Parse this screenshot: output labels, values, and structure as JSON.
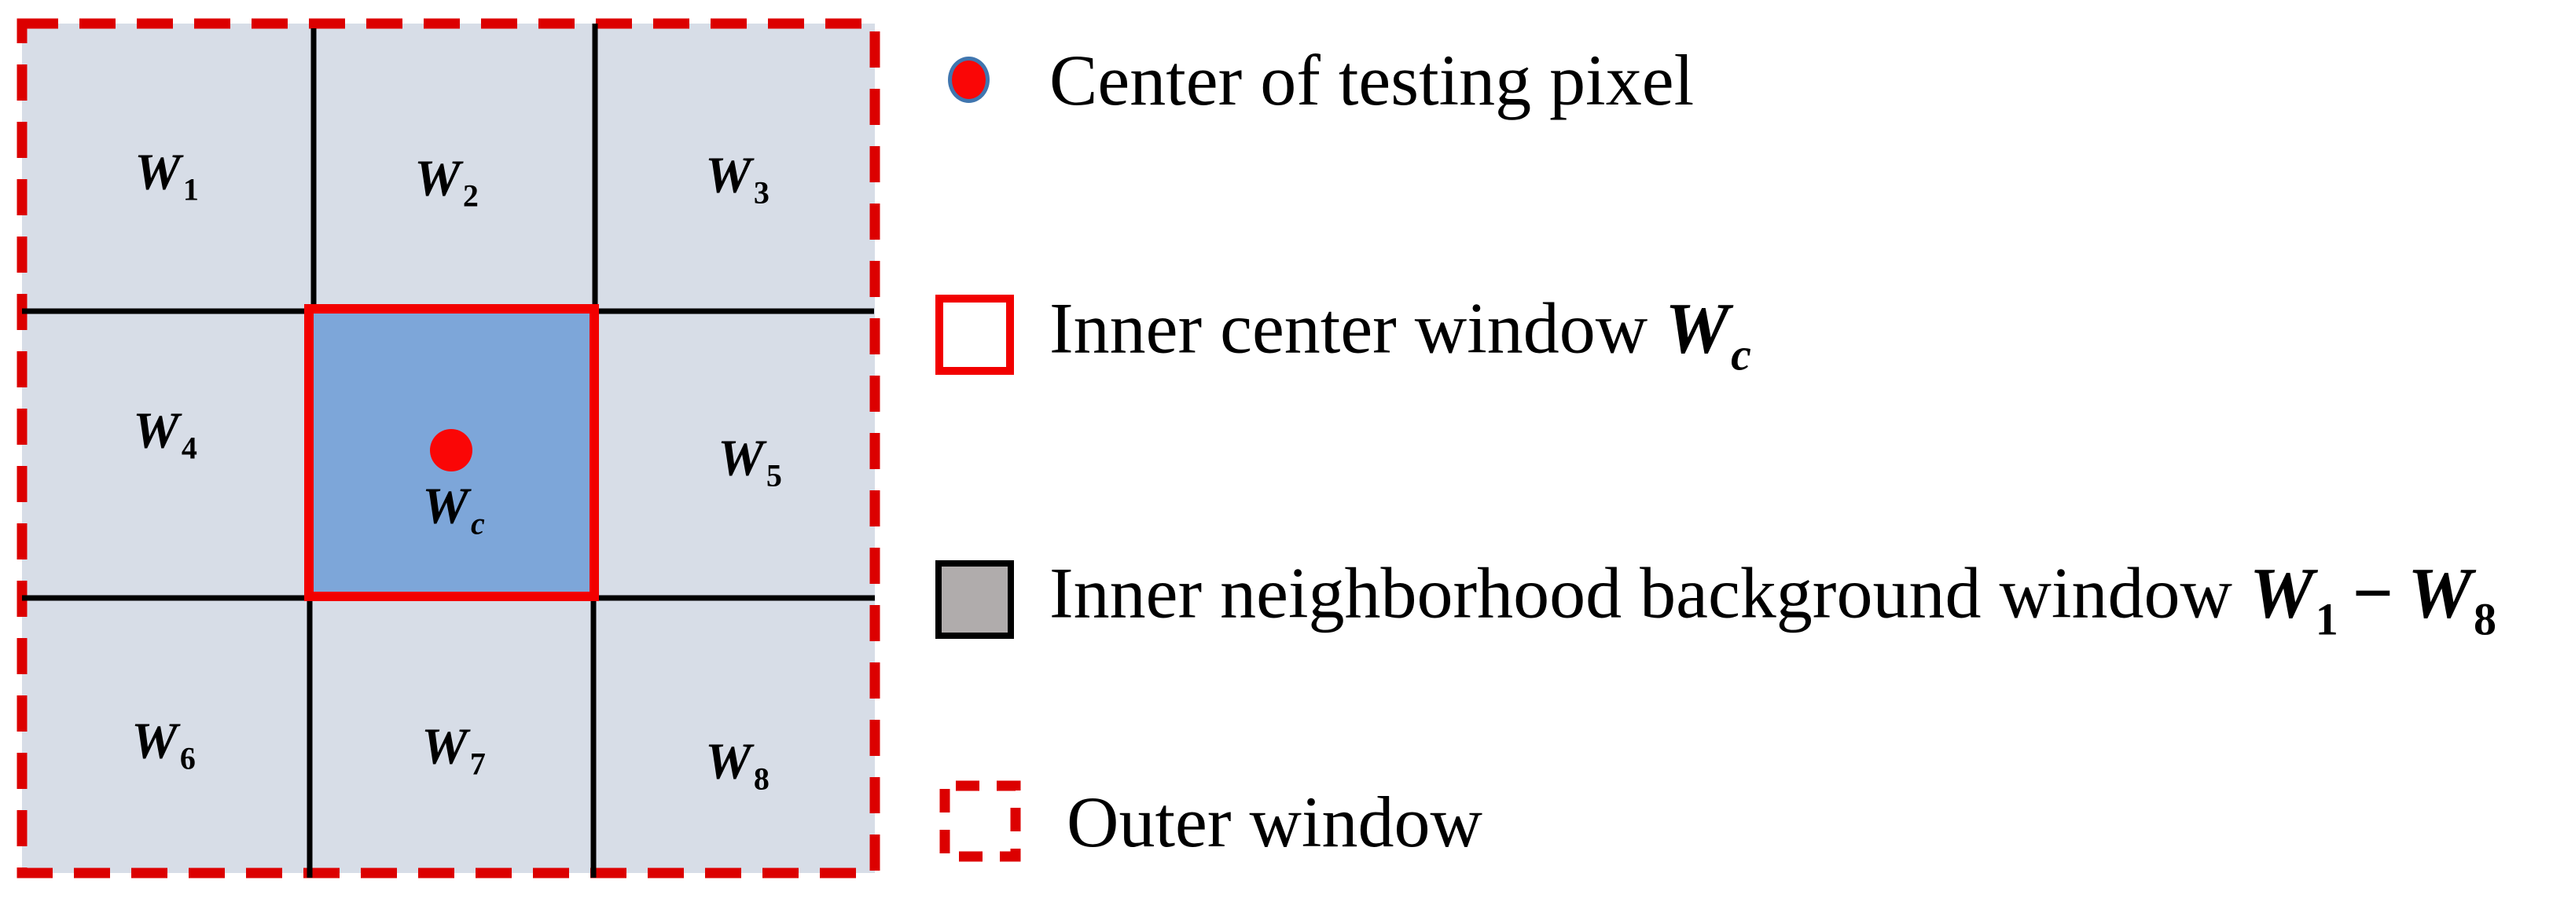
{
  "colors": {
    "page_bg": "#ffffff",
    "cell_fill": "#d7dde7",
    "center_fill": "#7da6d9",
    "red": "#f20000",
    "dash_red": "#dc0000",
    "dot_red": "#fa0606",
    "ring_blue": "#4076af",
    "legend_gray": "#b0acac",
    "line_black": "#000000"
  },
  "grid": {
    "cells": [
      {
        "id": "w1",
        "base": "W",
        "sub": "1"
      },
      {
        "id": "w2",
        "base": "W",
        "sub": "2"
      },
      {
        "id": "w3",
        "base": "W",
        "sub": "3"
      },
      {
        "id": "w4",
        "base": "W",
        "sub": "4"
      },
      {
        "id": "w5",
        "base": "W",
        "sub": "5"
      },
      {
        "id": "w6",
        "base": "W",
        "sub": "6"
      },
      {
        "id": "w7",
        "base": "W",
        "sub": "7"
      },
      {
        "id": "w8",
        "base": "W",
        "sub": "8"
      },
      {
        "id": "wc",
        "base": "W",
        "sub": "c"
      }
    ]
  },
  "legend": {
    "items": [
      {
        "marker": "red-dot-with-blue-ring",
        "label": "Center of testing pixel"
      },
      {
        "marker": "red-outline-square",
        "label": "Inner center window",
        "math_base": "W",
        "math_sub": "c"
      },
      {
        "marker": "gray-filled-square",
        "label": "Inner neighborhood background window",
        "math1_base": "W",
        "math1_sub": "1",
        "separator": "−",
        "math2_base": "W",
        "math2_sub": "8"
      },
      {
        "marker": "red-dashed-square",
        "label": "Outer window"
      }
    ]
  }
}
